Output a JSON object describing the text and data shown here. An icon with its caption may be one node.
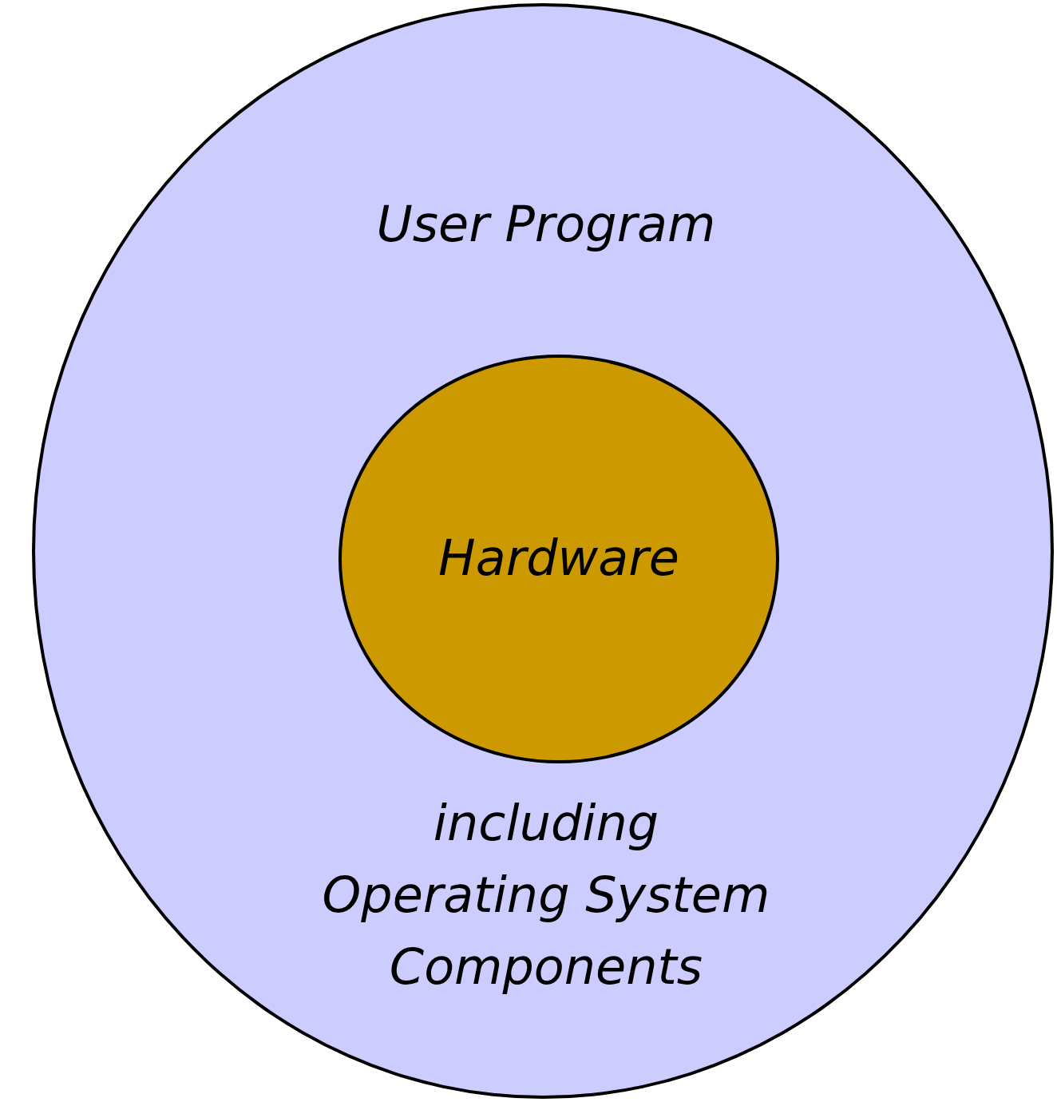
{
  "diagram": {
    "nodes": [
      {
        "text": [
          "User Program",
          "including Operating System Components"
        ]
      },
      {
        "text": [
          "Hardware"
        ],
        "in": 0
      }
    ]
  }
}
